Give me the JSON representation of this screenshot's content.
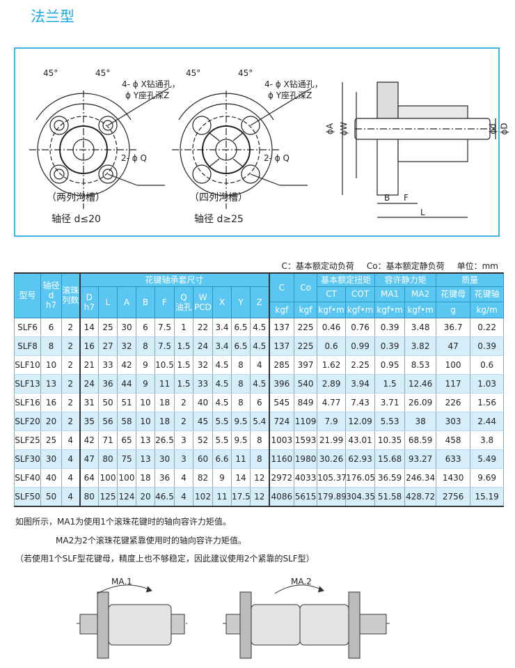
{
  "title": "法兰型",
  "diagram": {
    "angle": "45°",
    "hole_note1": "4- ϕ X钻通孔，",
    "hole_note2": "ϕ Y座孔深Z",
    "oil_hole": "2- ϕ Q",
    "left_caption": "（两列沟槽）",
    "left_sub": "轴径  d≤20",
    "mid_caption": "（四列沟槽）",
    "mid_sub": "轴径  d≥25",
    "dims": {
      "A": "ϕA",
      "W": "ϕW",
      "d": "ϕd",
      "D": "ϕD",
      "B": "B",
      "F": "F",
      "L": "L"
    }
  },
  "legend": {
    "c": "C：基本额定动负荷",
    "co": "Co：基本额定静负荷",
    "unit": "单位：mm"
  },
  "table": {
    "h": {
      "model": "型号",
      "shaft1": "轴径",
      "shaft2": "d",
      "shaft3": "h7",
      "balls1": "滚珠",
      "balls2": "列数",
      "sleeve": "花键轴承套尺寸",
      "D1": "D",
      "D2": "h7",
      "L": "L",
      "A": "A",
      "B": "B",
      "F": "F",
      "Q1": "Q",
      "Q2": "油孔",
      "W1": "W",
      "W2": "PCD",
      "X": "X",
      "Y": "Y",
      "Z": "Z",
      "C": "C",
      "Co": "Co",
      "torque": "基本额定扭矩",
      "static": "容许静力矩",
      "mass": "质量",
      "CT": "CT",
      "COT": "COT",
      "MA1": "MA1",
      "MA2": "MA2",
      "nut": "花键母",
      "shaft": "花键轴",
      "kgf": "kgf",
      "kgfm": "kgf•m",
      "g": "g",
      "kgm": "kg/m"
    },
    "rows": [
      [
        "SLF6",
        "6",
        "2",
        "14",
        "25",
        "30",
        "6",
        "7.5",
        "1",
        "22",
        "3.4",
        "6.5",
        "4.5",
        "137",
        "225",
        "0.46",
        "0.76",
        "0.39",
        "3.48",
        "36.7",
        "0.22"
      ],
      [
        "SLF8",
        "8",
        "2",
        "16",
        "27",
        "32",
        "8",
        "7.5",
        "1.5",
        "24",
        "3.4",
        "6.5",
        "4.5",
        "137",
        "225",
        "0.6",
        "0.99",
        "0.39",
        "3.82",
        "47",
        "0.39"
      ],
      [
        "SLF10",
        "10",
        "2",
        "21",
        "33",
        "42",
        "9",
        "10.5",
        "1.5",
        "32",
        "4.5",
        "8",
        "4",
        "285",
        "397",
        "1.62",
        "2.25",
        "0.95",
        "8.53",
        "100",
        "0.6"
      ],
      [
        "SLF13",
        "13",
        "2",
        "24",
        "36",
        "44",
        "9",
        "11",
        "1.5",
        "33",
        "4.5",
        "8",
        "4.5",
        "396",
        "540",
        "2.89",
        "3.94",
        "1.5",
        "12.46",
        "117",
        "1.03"
      ],
      [
        "SLF16",
        "16",
        "2",
        "31",
        "50",
        "51",
        "10",
        "18",
        "2",
        "40",
        "4.5",
        "8",
        "6",
        "545",
        "849",
        "4.77",
        "7.43",
        "3.71",
        "26.09",
        "226",
        "1.56"
      ],
      [
        "SLF20",
        "20",
        "2",
        "35",
        "56",
        "58",
        "10",
        "18",
        "2",
        "45",
        "5.5",
        "9.5",
        "5.4",
        "724",
        "1109",
        "7.9",
        "12.09",
        "5.53",
        "38",
        "303",
        "2.44"
      ],
      [
        "SLF25",
        "25",
        "4",
        "42",
        "71",
        "65",
        "13",
        "26.5",
        "3",
        "52",
        "5.5",
        "9.5",
        "8",
        "1003",
        "1593",
        "21.99",
        "43.01",
        "10.35",
        "68.59",
        "458",
        "3.8"
      ],
      [
        "SLF30",
        "30",
        "4",
        "47",
        "80",
        "75",
        "13",
        "30",
        "3",
        "60",
        "6.6",
        "11",
        "8",
        "1160",
        "1980",
        "30.26",
        "62.93",
        "15.68",
        "93.27",
        "633",
        "5.49"
      ],
      [
        "SLF40",
        "40",
        "4",
        "64",
        "100",
        "100",
        "18",
        "36",
        "4",
        "82",
        "9",
        "14",
        "12",
        "2972",
        "4033",
        "105.37",
        "176.05",
        "36.59",
        "246.34",
        "1430",
        "9.69"
      ],
      [
        "SLF50",
        "50",
        "4",
        "80",
        "125",
        "124",
        "20",
        "46.5",
        "4",
        "102",
        "11",
        "17.5",
        "12",
        "4086",
        "5615",
        "179.89",
        "304.35",
        "51.58",
        "428.72",
        "2756",
        "15.19"
      ]
    ]
  },
  "notes": [
    "如图所示，MA1为使用1个滚珠花键时的轴向容许力矩值。",
    "MA2为2个滚珠花键紧靠使用时的轴向容许力矩值。",
    "（若使用1个SLF型花键母，精度上也不够稳定，因此建议使用2个紧靠的SLF型）"
  ],
  "bottom": {
    "ma1": "MA.1",
    "ma2": "MA.2"
  }
}
